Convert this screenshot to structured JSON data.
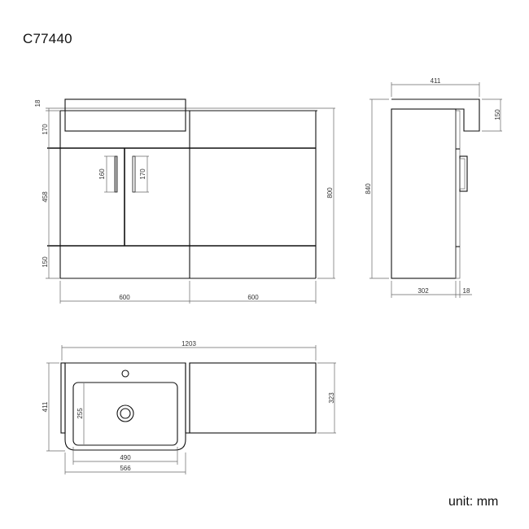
{
  "title": "C77440",
  "unit_label": "unit: mm",
  "front_view": {
    "dims": {
      "basin_thickness": "18",
      "top_section": "170",
      "doors": "458",
      "plinth": "150",
      "left_width": "600",
      "right_width": "600",
      "total_height": "800",
      "handle_left": "160",
      "handle_right": "170"
    }
  },
  "side_view": {
    "dims": {
      "depth_total": "411",
      "basin_height": "150",
      "overall_height": "840",
      "body_depth": "302",
      "door_thickness": "18"
    }
  },
  "top_view": {
    "dims": {
      "overall_width": "1203",
      "overall_depth": "411",
      "cabinet_depth": "323",
      "bowl_depth": "255",
      "bowl_width": "490",
      "basin_width": "566"
    }
  },
  "colors": {
    "line": "#111111",
    "dimension_line": "#666666",
    "background": "#ffffff"
  }
}
